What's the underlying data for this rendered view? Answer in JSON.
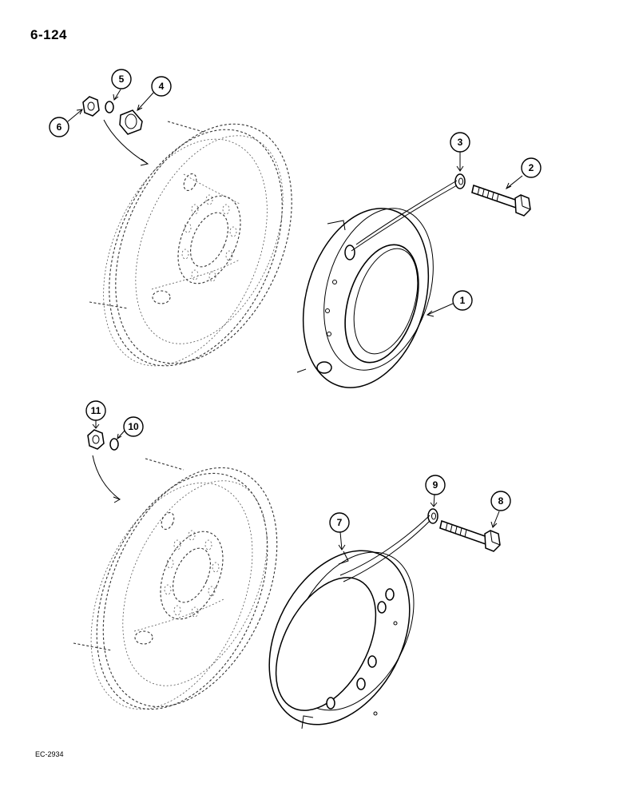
{
  "page_number": "6-124",
  "figure_code": "EC-2934",
  "callouts": [
    "1",
    "2",
    "3",
    "4",
    "5",
    "6",
    "7",
    "8",
    "9",
    "10",
    "11"
  ]
}
